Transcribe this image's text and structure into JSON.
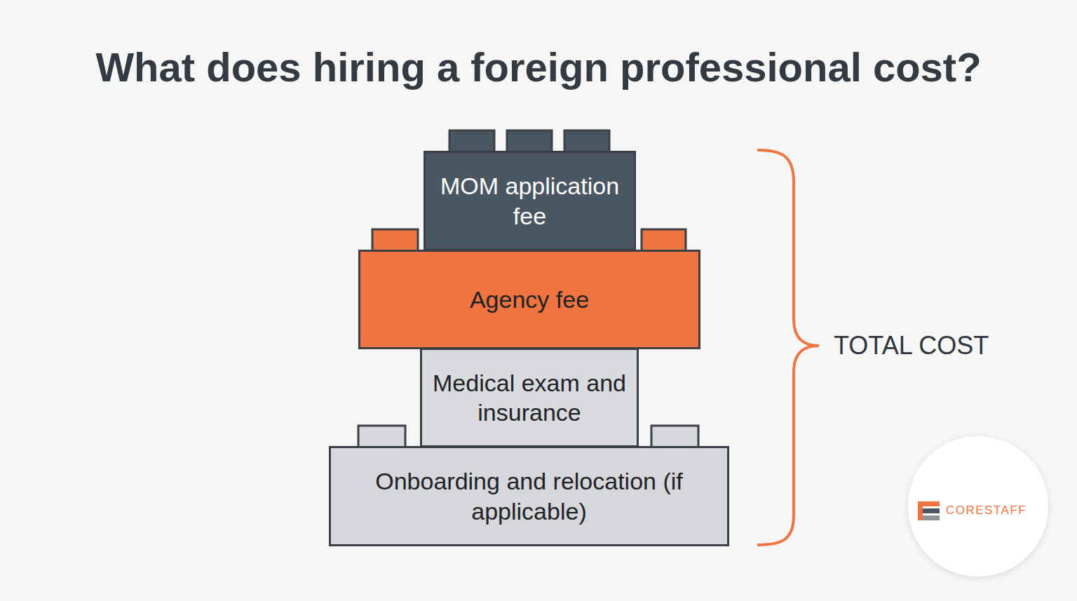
{
  "diagram": {
    "title": "What does hiring a foreign professional cost?",
    "nodes": [
      {
        "text": [
          "MOM application fee"
        ]
      },
      {
        "text": [
          "Agency fee"
        ]
      },
      {
        "text": [
          "Medical exam and insurance"
        ]
      },
      {
        "text": [
          "Onboarding and relocation (if applicable)"
        ]
      }
    ],
    "labels": [
      "TOTAL COST",
      "CORESTAFF"
    ]
  }
}
